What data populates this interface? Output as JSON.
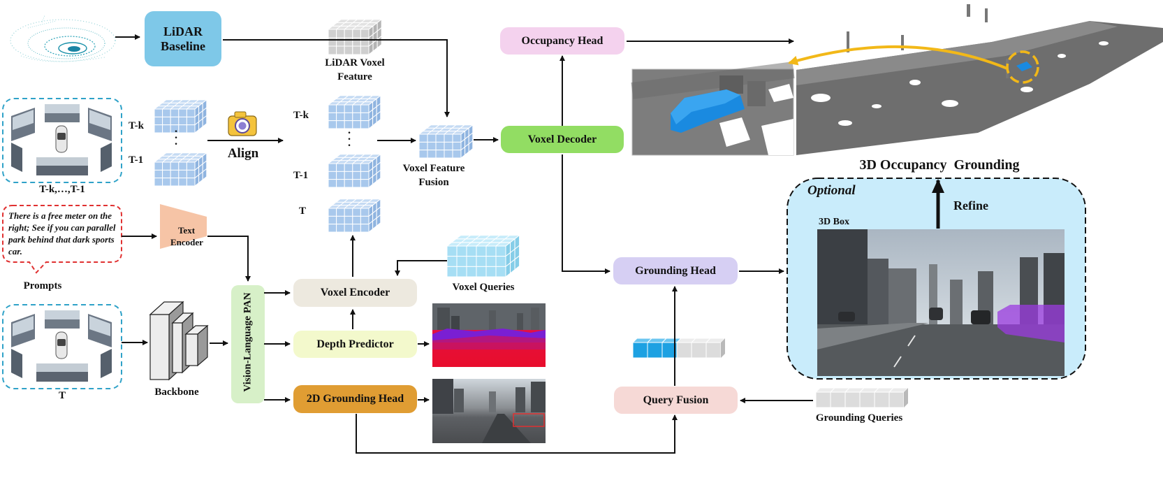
{
  "blocks": {
    "lidar_baseline": "LiDAR Baseline",
    "lidar_voxel_feature": "LiDAR Voxel Feature",
    "align": "Align",
    "voxel_feature_fusion": "Voxel Feature Fusion",
    "occupancy_head": "Occupancy Head",
    "voxel_decoder": "Voxel Decoder",
    "text_encoder": "Text Encoder",
    "prompts": "Prompts",
    "prompt_text": "There is a free meter on the right; See if you can parallel park behind that dark sports car.",
    "backbone": "Backbone",
    "vl_pan": "Vision-Language PAN",
    "voxel_encoder": "Voxel Encoder",
    "voxel_queries": "Voxel Queries",
    "depth_predictor": "Depth Predictor",
    "grounding_2d_head": "2D Grounding Head",
    "grounding_head": "Grounding Head",
    "query_fusion": "Query Fusion",
    "grounding_queries": "Grounding Queries",
    "occ_grounding": "3D Occupancy  Grounding",
    "optional": "Optional",
    "refine": "Refine",
    "box_3d": "3D Box"
  },
  "frames": {
    "past_cameras": "T-k,…,T-1",
    "current_cameras": "T",
    "t_k": "T-k",
    "t_1": "T-1",
    "t": "T",
    "dots": "·\n·\n·"
  },
  "colors": {
    "lidar_baseline": "#7ec8e8",
    "occupancy_head": "#f4d2ee",
    "voxel_decoder": "#92dd63",
    "grounding_head": "#d6cff3",
    "query_fusion": "#f6d9d6",
    "voxel_encoder": "#ede9df",
    "depth_predictor": "#f3f9cc",
    "grounding_2d_head": "#e09d33",
    "vl_pan": "#d7f0c8",
    "text_encoder": "#f6c4a6",
    "optional_panel": "#c9ecfb",
    "voxel_cube": "#a8c8ec",
    "query_cube": "#a6def4",
    "orbit": "#f2b818"
  }
}
